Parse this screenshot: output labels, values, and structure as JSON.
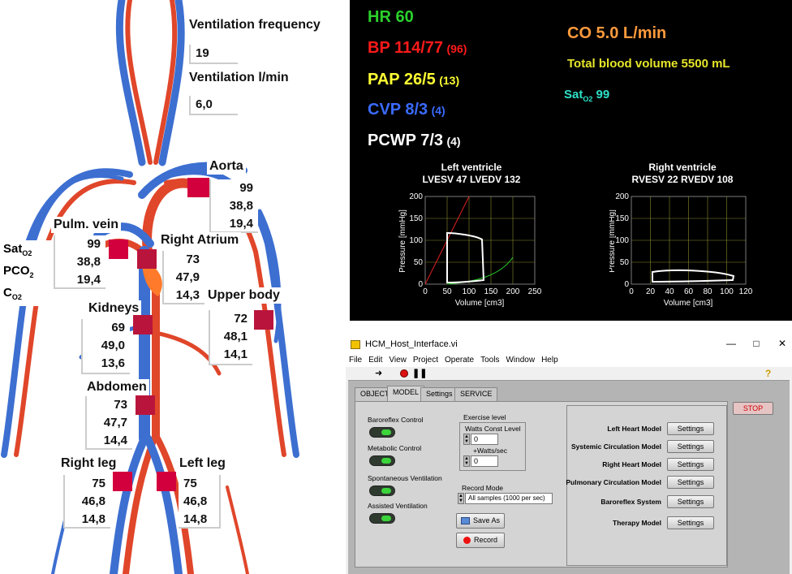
{
  "anatomy": {
    "ventilation_frequency_label": "Ventilation frequency",
    "ventilation_frequency_value": "19",
    "ventilation_lmin_label": "Ventilation l/min",
    "ventilation_lmin_value": "6,0",
    "aorta": {
      "label": "Aorta",
      "values": [
        "99",
        "38,8",
        "19,4"
      ]
    },
    "pulm_vein": {
      "label": "Pulm. vein",
      "values": [
        "99",
        "38,8",
        "19,4"
      ]
    },
    "legend": {
      "sat": "Sat",
      "sat_sub": "O2",
      "pco": "PCO",
      "pco_sub": "2",
      "c": "C",
      "c_sub": "O2"
    },
    "right_atrium": {
      "label": "Right Atrium",
      "values": [
        "73",
        "47,9",
        "14,3"
      ]
    },
    "upper_body": {
      "label": "Upper body",
      "values": [
        "72",
        "48,1",
        "14,1"
      ]
    },
    "kidneys": {
      "label": "Kidneys",
      "values": [
        "69",
        "49,0",
        "13,6"
      ]
    },
    "abdomen": {
      "label": "Abdomen",
      "values": [
        "73",
        "47,7",
        "14,4"
      ]
    },
    "right_leg": {
      "label": "Right leg",
      "values": [
        "75",
        "46,8",
        "14,8"
      ]
    },
    "left_leg": {
      "label": "Left leg",
      "values": [
        "75",
        "46,8",
        "14,8"
      ]
    }
  },
  "monitor": {
    "hr": "HR 60",
    "bp": "BP 114/77",
    "bp_mean": "(96)",
    "pap": "PAP 26/5",
    "pap_mean": "(13)",
    "cvp": "CVP 8/3",
    "cvp_mean": "(4)",
    "pcwp": "PCWP 7/3",
    "pcwp_mean": "(4)",
    "co": "CO 5.0 L/min",
    "tbv": "Total blood volume 5500 mL",
    "sat_prefix": "Sat",
    "sat_sub": "O2",
    "sat_value": "99",
    "colors": {
      "hr": "#2bd12b",
      "bp": "#ff1a1a",
      "pap": "#ffff33",
      "cvp": "#3a6bff",
      "pcwp": "#ffffff",
      "co": "#ff9a3c",
      "tbv": "#e6e62a",
      "sat": "#2ee0c8"
    },
    "left_plot": {
      "title_line1": "Left ventricle",
      "title_line2": "LVESV 47  LVEDV 132",
      "xlabel": "Volume [cm3]",
      "ylabel": "Pressure [mmHg]",
      "xticks": [
        "0",
        "50",
        "100",
        "150",
        "200",
        "250"
      ],
      "yticks": [
        "0",
        "50",
        "100",
        "150",
        "200"
      ]
    },
    "right_plot": {
      "title_line1": "Right ventricle",
      "title_line2": "RVESV 22  RVEDV 108",
      "xlabel": "Volume [cm3]",
      "ylabel": "Pressure [mmHg]",
      "xticks": [
        "0",
        "20",
        "40",
        "60",
        "80",
        "100",
        "120"
      ],
      "yticks": [
        "0",
        "50",
        "100",
        "150",
        "200"
      ]
    }
  },
  "window": {
    "title": "HCM_Host_Interface.vi",
    "menu": [
      "File",
      "Edit",
      "View",
      "Project",
      "Operate",
      "Tools",
      "Window",
      "Help"
    ],
    "tabs": [
      "OBJECT",
      "MODEL",
      "Settings",
      "SERVICE"
    ],
    "stop_label": "STOP",
    "toggles": [
      "Baroreflex Control",
      "Metabolic Control",
      "Spontaneous Ventilation",
      "Assisted Ventilation"
    ],
    "exercise_level_label": "Exercise level",
    "watts_const_label": "Watts Const Level",
    "watts_const_value": "0",
    "watts_sec_label": "+Watts/sec",
    "watts_sec_value": "0",
    "record_mode_label": "Record Mode",
    "record_mode_value": "All samples (1000 per sec)",
    "save_as_label": "Save As",
    "record_label": "Record",
    "models": [
      "Left Heart Model",
      "Systemic Circulation Model",
      "Right Heart Model",
      "Pulmonary Circulation Model",
      "Baroreflex System",
      "Therapy Model"
    ],
    "settings_label": "Settings"
  }
}
